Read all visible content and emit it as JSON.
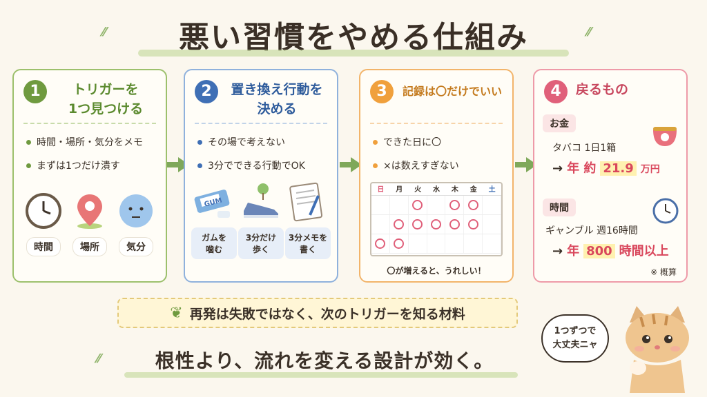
{
  "title": "悪い習慣をやめる仕組み",
  "colors": {
    "green": "#6f9a3f",
    "blue": "#3f6fb5",
    "orange": "#f0a03c",
    "red": "#e0607a"
  },
  "cards": [
    {
      "num": "1",
      "heading": "トリガーを\n1つ見つける",
      "bullets": [
        "時間・場所・気分をメモ",
        "まずは1つだけ潰す"
      ],
      "icons": [
        {
          "icon": "clock-icon",
          "label": "時間"
        },
        {
          "icon": "location-pin-icon",
          "label": "場所"
        },
        {
          "icon": "mood-face-icon",
          "label": "気分"
        }
      ]
    },
    {
      "num": "2",
      "heading": "置き換え行動を\n決める",
      "bullets": [
        "その場で考えない",
        "3分でできる行動でOK"
      ],
      "gum_text": "GUM",
      "actions": [
        {
          "icon": "gum-icon",
          "label": "ガムを\n噛む"
        },
        {
          "icon": "sneaker-icon",
          "label": "3分だけ\n歩く"
        },
        {
          "icon": "notepad-icon",
          "label": "3分メモを\n書く"
        }
      ]
    },
    {
      "num": "3",
      "heading": "記録は〇だけでいい",
      "bullets": [
        "できた日に〇",
        "×は数えすぎない"
      ],
      "calendar": {
        "days": [
          "日",
          "月",
          "火",
          "水",
          "木",
          "金",
          "土"
        ],
        "marks": [
          [
            0,
            0,
            1,
            0,
            1,
            1,
            0
          ],
          [
            0,
            1,
            1,
            1,
            1,
            1,
            0
          ],
          [
            1,
            1,
            0,
            0,
            0,
            0,
            0
          ]
        ]
      },
      "footer": "〇が増えると、うれしい！"
    },
    {
      "num": "4",
      "heading": "戻るもの",
      "money": {
        "label": "お金",
        "line1": "タバコ 1日1箱",
        "result_prefix": "年 約",
        "result_value": "21.9",
        "result_unit": "万円"
      },
      "time": {
        "label": "時間",
        "line1": "ギャンブル 週16時間",
        "result_prefix": "年",
        "result_value": "800",
        "result_unit": "時間以上"
      },
      "note": "※ 概算"
    }
  ],
  "banner": "再発は失敗ではなく、次のトリガーを知る材料",
  "bottom": "根性より、流れを変える設計が効く。",
  "cat_bubble": "1つずつで\n大丈夫ニャ"
}
